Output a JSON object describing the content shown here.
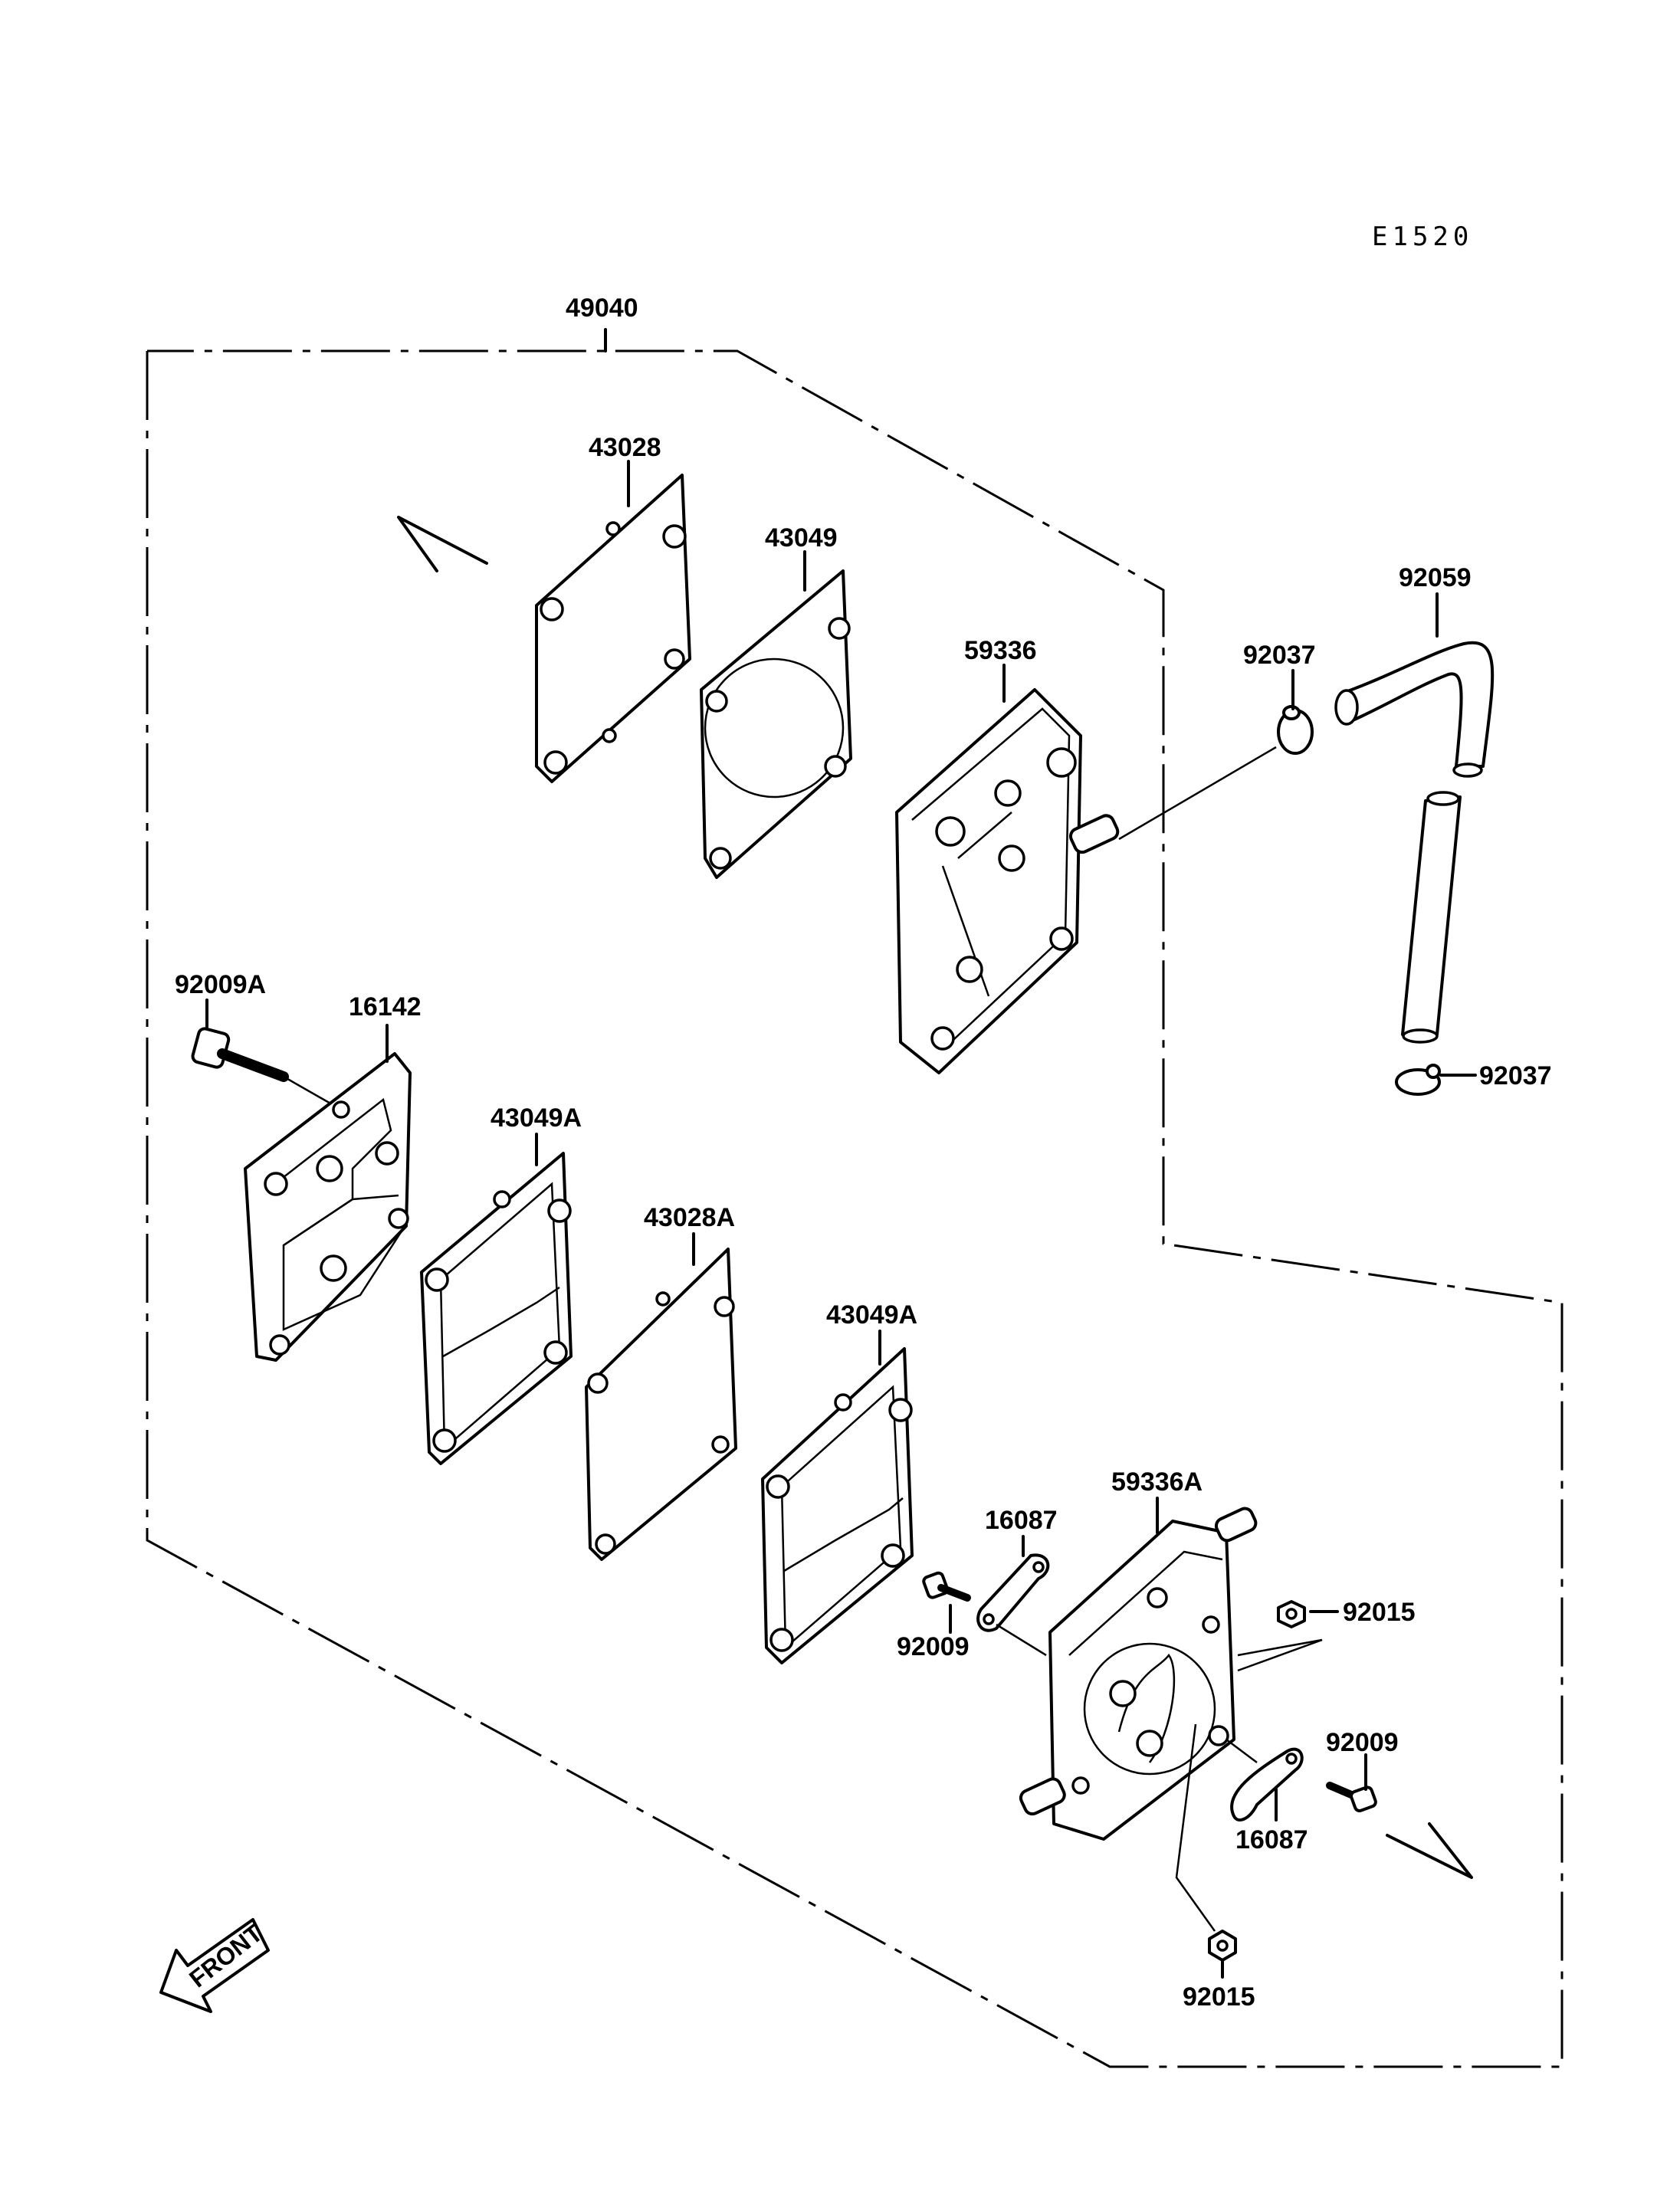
{
  "diagram_code": "E1520",
  "assembly": {
    "part_no": "49040"
  },
  "parts": {
    "p43028": "43028",
    "p43049": "43049",
    "p59336": "59336",
    "p92037_top": "92037",
    "p92059": "92059",
    "p92037_bottom": "92037",
    "p92009A": "92009A",
    "p16142": "16142",
    "p43049A_1": "43049A",
    "p43028A": "43028A",
    "p43049A_2": "43049A",
    "p59336A": "59336A",
    "p16087_left": "16087",
    "p92009_left": "92009",
    "p92015_right": "92015",
    "p92009_right": "92009",
    "p16087_right": "16087",
    "p92015_bottom": "92015"
  },
  "front_marker": "FRONT"
}
